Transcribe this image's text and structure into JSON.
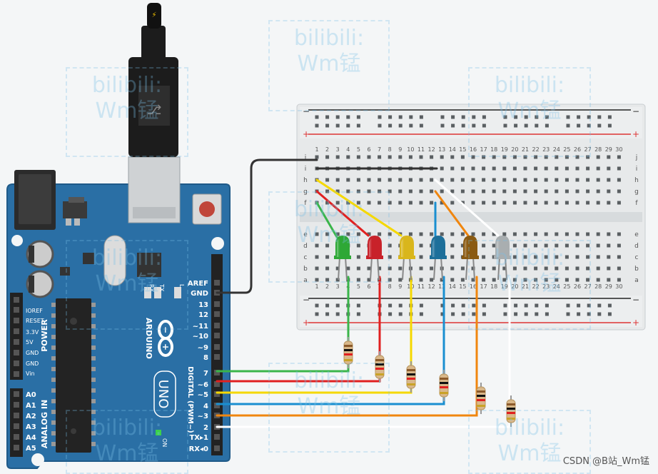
{
  "watermark": {
    "line1": "bilibili:",
    "line2": "Wm锰"
  },
  "credit": "CSDN @B站_Wm锰",
  "colors": {
    "board": "#2a6fa5",
    "board_edge": "#1f5a88",
    "breadboard": "#e8eaeb",
    "rail_red": "#d33",
    "rail_black": "#222",
    "wire_green": "#3ab54a",
    "wire_red": "#e02020",
    "wire_yellow": "#f5d800",
    "wire_blue": "#1a8fd0",
    "wire_orange": "#f0860f",
    "wire_white": "#ffffff",
    "wire_black": "#333333"
  },
  "arduino": {
    "brand": "ARDUINO",
    "model": "UNO",
    "digital_label": "DIGITAL (PWM~)",
    "power_label": "POWER",
    "analog_label": "ANALOG IN",
    "on_label": "ON",
    "led_labels": [
      "RX",
      "TX",
      "L"
    ],
    "right_pins": [
      "AREF",
      "GND",
      "13",
      "12",
      "~11",
      "~10",
      "~9",
      "8",
      "7",
      "~6",
      "~5",
      "4",
      "~3",
      "2",
      "TX▸1",
      "RX◂0"
    ],
    "power_pins": [
      "IOREF",
      "RESET",
      "3.3V",
      "5V",
      "GND",
      "GND",
      "Vin"
    ],
    "analog_pins": [
      "A0",
      "A1",
      "A2",
      "A3",
      "A4",
      "A5"
    ],
    "usb_icon": "⚡"
  },
  "breadboard": {
    "top_numbers": [
      "1",
      "2",
      "3",
      "4",
      "5",
      "6",
      "7",
      "8",
      "9",
      "10",
      "11",
      "12",
      "13",
      "14",
      "15",
      "16",
      "17",
      "18",
      "19",
      "20",
      "21",
      "22",
      "23",
      "24",
      "25",
      "26",
      "27",
      "28",
      "29",
      "30"
    ],
    "bottom_numbers": [
      "1",
      "2",
      "3",
      "4",
      "5",
      "6",
      "7",
      "8",
      "9",
      "10",
      "11",
      "12",
      "13",
      "14",
      "15",
      "16",
      "17",
      "18",
      "19",
      "20",
      "21",
      "22",
      "23",
      "24",
      "25",
      "26",
      "27",
      "28",
      "29",
      "30"
    ],
    "upper_rows": [
      "j",
      "i",
      "h",
      "g",
      "f"
    ],
    "lower_rows": [
      "e",
      "d",
      "c",
      "b",
      "a"
    ],
    "minus": "−",
    "plus": "+"
  },
  "leds": [
    {
      "name": "green",
      "color": "#2ea836"
    },
    {
      "name": "red",
      "color": "#c8222a"
    },
    {
      "name": "yellow",
      "color": "#d9b61c"
    },
    {
      "name": "blue",
      "color": "#1d6f9a"
    },
    {
      "name": "brown",
      "color": "#8a5a12"
    },
    {
      "name": "gray",
      "color": "#a9aeb0"
    }
  ]
}
